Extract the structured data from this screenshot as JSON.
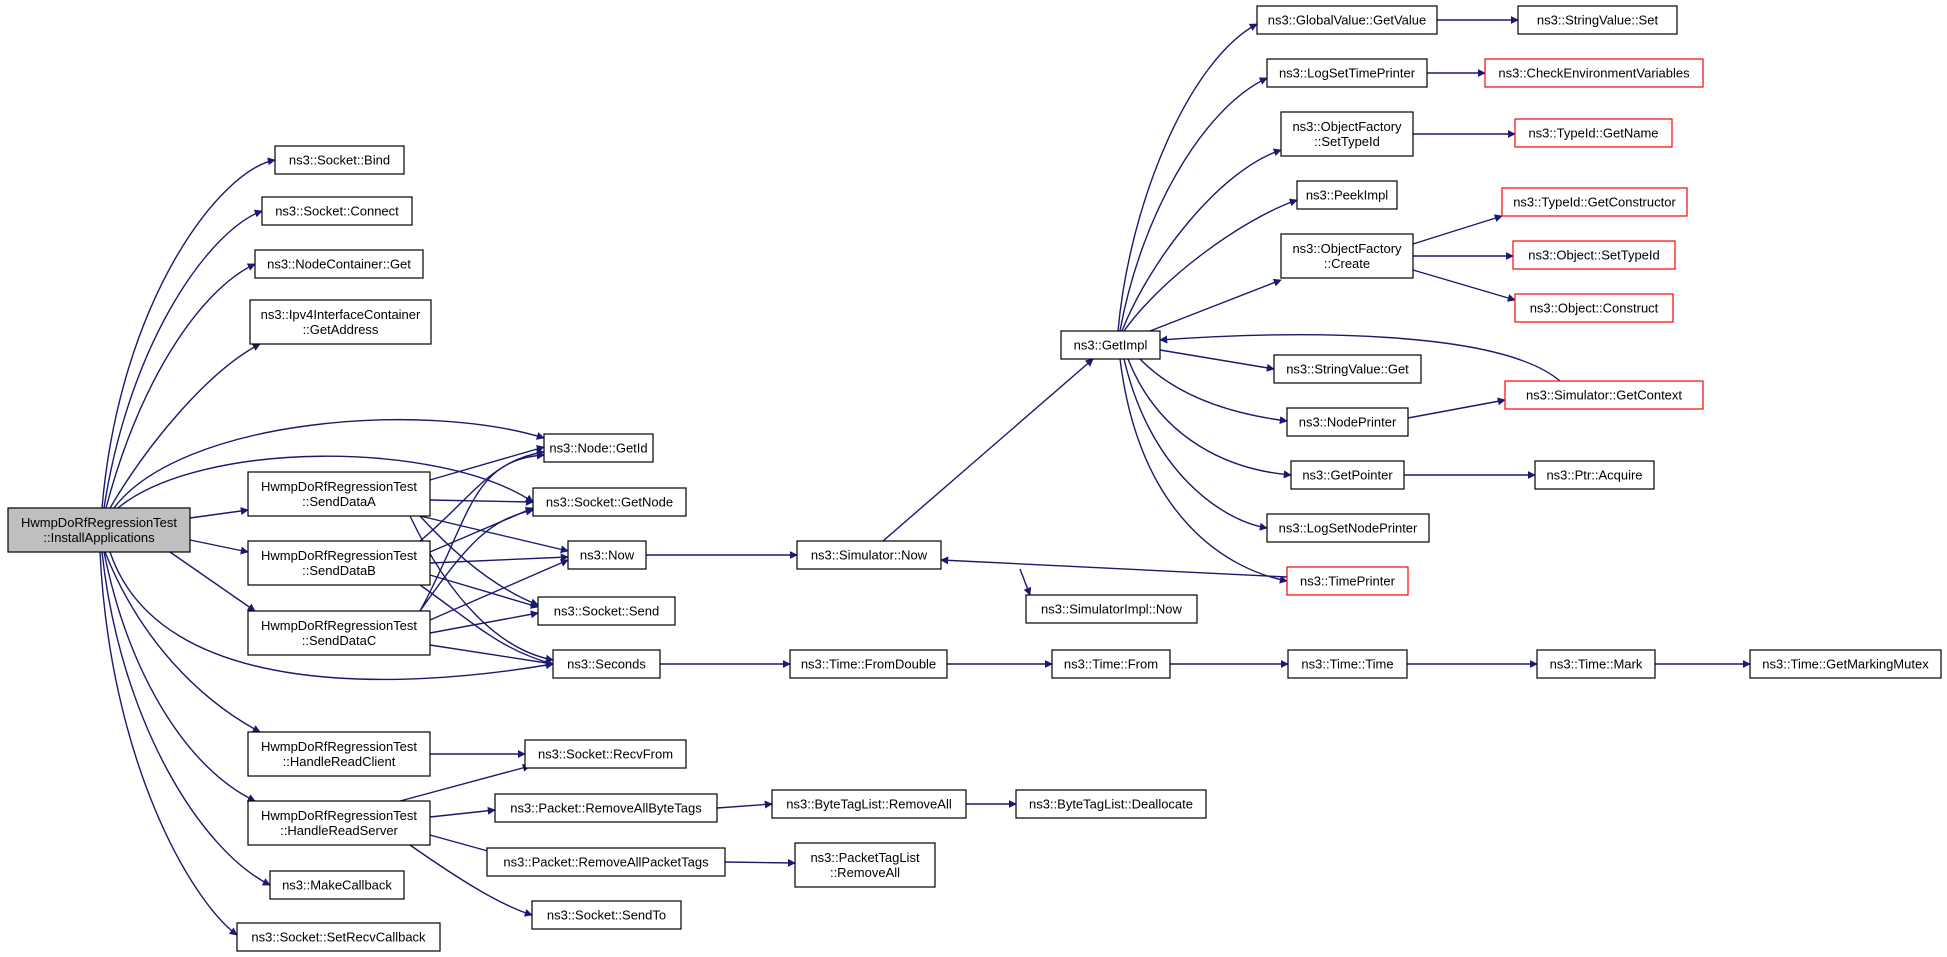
{
  "graph": {
    "edge_color": "#191970",
    "incomplete_border_color": "#ff0000",
    "root_fill": "#bfbfbf",
    "nodes": [
      {
        "id": "root",
        "lines": [
          "HwmpDoRfRegressionTest",
          "::InstallApplications"
        ],
        "root": true
      },
      {
        "id": "bind",
        "lines": [
          "ns3::Socket::Bind"
        ]
      },
      {
        "id": "connect",
        "lines": [
          "ns3::Socket::Connect"
        ]
      },
      {
        "id": "ncget",
        "lines": [
          "ns3::NodeContainer::Get"
        ]
      },
      {
        "id": "ipv4",
        "lines": [
          "ns3::Ipv4InterfaceContainer",
          "::GetAddress"
        ]
      },
      {
        "id": "getid",
        "lines": [
          "ns3::Node::GetId"
        ]
      },
      {
        "id": "getnode",
        "lines": [
          "ns3::Socket::GetNode"
        ]
      },
      {
        "id": "sendA",
        "lines": [
          "HwmpDoRfRegressionTest",
          "::SendDataA"
        ]
      },
      {
        "id": "sendB",
        "lines": [
          "HwmpDoRfRegressionTest",
          "::SendDataB"
        ]
      },
      {
        "id": "sendC",
        "lines": [
          "HwmpDoRfRegressionTest",
          "::SendDataC"
        ]
      },
      {
        "id": "now",
        "lines": [
          "ns3::Now"
        ]
      },
      {
        "id": "send",
        "lines": [
          "ns3::Socket::Send"
        ]
      },
      {
        "id": "seconds",
        "lines": [
          "ns3::Seconds"
        ]
      },
      {
        "id": "readClient",
        "lines": [
          "HwmpDoRfRegressionTest",
          "::HandleReadClient"
        ]
      },
      {
        "id": "readServer",
        "lines": [
          "HwmpDoRfRegressionTest",
          "::HandleReadServer"
        ]
      },
      {
        "id": "makecb",
        "lines": [
          "ns3::MakeCallback"
        ]
      },
      {
        "id": "setrecv",
        "lines": [
          "ns3::Socket::SetRecvCallback"
        ]
      },
      {
        "id": "recvfrom",
        "lines": [
          "ns3::Socket::RecvFrom"
        ]
      },
      {
        "id": "rmbyte",
        "lines": [
          "ns3::Packet::RemoveAllByteTags"
        ]
      },
      {
        "id": "rmpacket",
        "lines": [
          "ns3::Packet::RemoveAllPacketTags"
        ]
      },
      {
        "id": "sendto",
        "lines": [
          "ns3::Socket::SendTo"
        ]
      },
      {
        "id": "btlrm",
        "lines": [
          "ns3::ByteTagList::RemoveAll"
        ]
      },
      {
        "id": "btldealloc",
        "lines": [
          "ns3::ByteTagList::Deallocate"
        ]
      },
      {
        "id": "ptlrm",
        "lines": [
          "ns3::PacketTagList",
          "::RemoveAll"
        ]
      },
      {
        "id": "simnow",
        "lines": [
          "ns3::Simulator::Now"
        ]
      },
      {
        "id": "simimplnow",
        "lines": [
          "ns3::SimulatorImpl::Now"
        ]
      },
      {
        "id": "fromdouble",
        "lines": [
          "ns3::Time::FromDouble"
        ]
      },
      {
        "id": "timefrom",
        "lines": [
          "ns3::Time::From"
        ]
      },
      {
        "id": "timetime",
        "lines": [
          "ns3::Time::Time"
        ]
      },
      {
        "id": "mark",
        "lines": [
          "ns3::Time::Mark"
        ]
      },
      {
        "id": "mutex",
        "lines": [
          "ns3::Time::GetMarkingMutex"
        ]
      },
      {
        "id": "getimpl",
        "lines": [
          "ns3::GetImpl"
        ]
      },
      {
        "id": "gvget",
        "lines": [
          "ns3::GlobalValue::GetValue"
        ]
      },
      {
        "id": "logsettp",
        "lines": [
          "ns3::LogSetTimePrinter"
        ]
      },
      {
        "id": "ofsettid",
        "lines": [
          "ns3::ObjectFactory",
          "::SetTypeId"
        ]
      },
      {
        "id": "peekimpl",
        "lines": [
          "ns3::PeekImpl"
        ]
      },
      {
        "id": "ofcreate",
        "lines": [
          "ns3::ObjectFactory",
          "::Create"
        ]
      },
      {
        "id": "svget",
        "lines": [
          "ns3::StringValue::Get"
        ]
      },
      {
        "id": "nodeprinter",
        "lines": [
          "ns3::NodePrinter"
        ]
      },
      {
        "id": "getpointer",
        "lines": [
          "ns3::GetPointer"
        ]
      },
      {
        "id": "logsetnp",
        "lines": [
          "ns3::LogSetNodePrinter"
        ]
      },
      {
        "id": "timeprinter",
        "lines": [
          "ns3::TimePrinter"
        ],
        "red": true
      },
      {
        "id": "svset",
        "lines": [
          "ns3::StringValue::Set"
        ]
      },
      {
        "id": "checkenv",
        "lines": [
          "ns3::CheckEnvironmentVariables"
        ],
        "red": true
      },
      {
        "id": "tidname",
        "lines": [
          "ns3::TypeId::GetName"
        ],
        "red": true
      },
      {
        "id": "tidctor",
        "lines": [
          "ns3::TypeId::GetConstructor"
        ],
        "red": true
      },
      {
        "id": "objsettid",
        "lines": [
          "ns3::Object::SetTypeId"
        ],
        "red": true
      },
      {
        "id": "objconstruct",
        "lines": [
          "ns3::Object::Construct"
        ],
        "red": true
      },
      {
        "id": "simctx",
        "lines": [
          "ns3::Simulator::GetContext"
        ],
        "red": true
      },
      {
        "id": "ptracq",
        "lines": [
          "ns3::Ptr::Acquire"
        ]
      }
    ]
  }
}
